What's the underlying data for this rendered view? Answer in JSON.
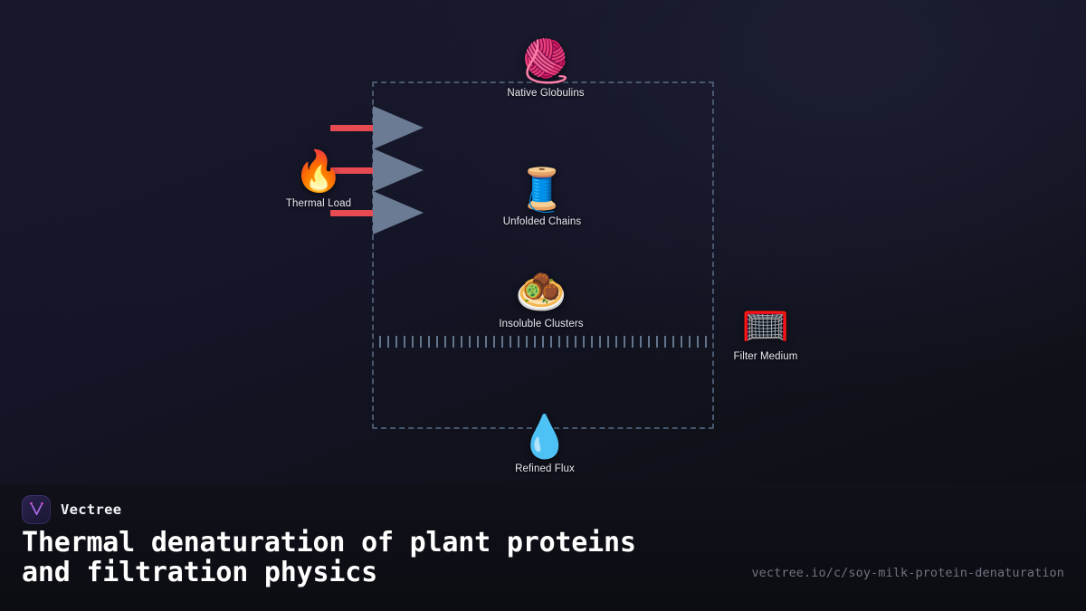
{
  "brand": {
    "name": "Vectree",
    "logo_icon": "vectree-v-tree-icon",
    "accent": "#a855f7"
  },
  "footer": {
    "title": "Thermal denaturation of plant\nproteins and filtration physics",
    "url": "vectree.io/c/soy-milk-protein-denaturation"
  },
  "diagram": {
    "container": {
      "name": "process-vessel",
      "style": "dashed"
    },
    "heat_source": {
      "icon": "fire-icon",
      "glyph": "🔥",
      "label": "Thermal Load",
      "arrow_color": "#e84a52",
      "arrow_count": 3
    },
    "sieve": {
      "name": "mesh-line",
      "tick_count": 41
    },
    "nodes": [
      {
        "id": "native-globulins",
        "glyph": "🧶",
        "icon": "yarn-ball-icon",
        "label": "Native Globulins"
      },
      {
        "id": "unfolded-chains",
        "glyph": "🧵",
        "icon": "thread-spool-icon",
        "label": "Unfolded Chains"
      },
      {
        "id": "insoluble-clusters",
        "glyph": "🧆",
        "icon": "falafel-icon",
        "label": "Insoluble Clusters"
      },
      {
        "id": "refined-flux",
        "glyph": "💧",
        "icon": "droplet-icon",
        "label": "Refined Flux"
      },
      {
        "id": "filter-medium",
        "glyph": "🥅",
        "icon": "goal-net-icon",
        "label": "Filter Medium"
      }
    ]
  }
}
